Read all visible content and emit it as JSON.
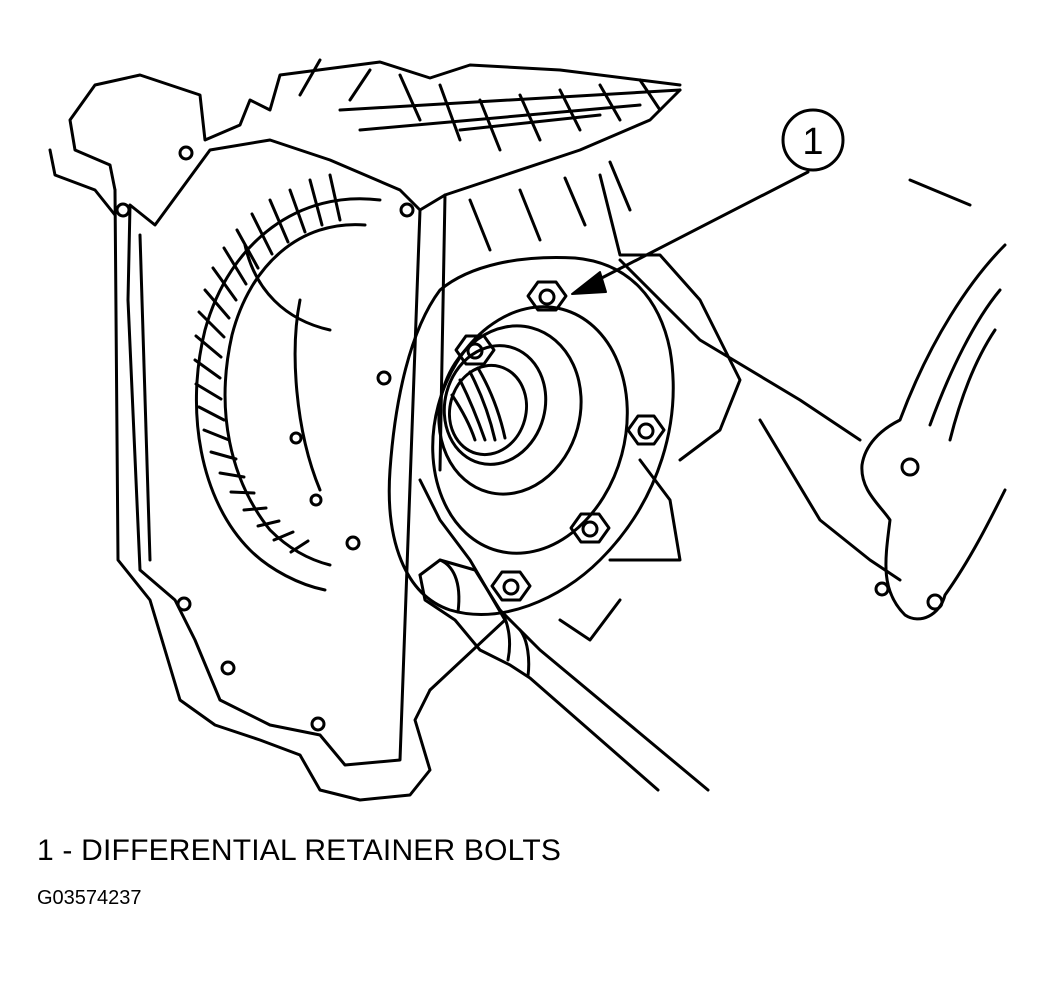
{
  "callouts": [
    {
      "number": "1"
    }
  ],
  "legend": [
    {
      "number": "1",
      "separator": "-",
      "text": "DIFFERENTIAL RETAINER BOLTS",
      "full": "1 - DIFFERENTIAL RETAINER BOLTS"
    }
  ],
  "figure_id": "G03574237",
  "colors": {
    "line": "#000000",
    "background": "#ffffff"
  }
}
